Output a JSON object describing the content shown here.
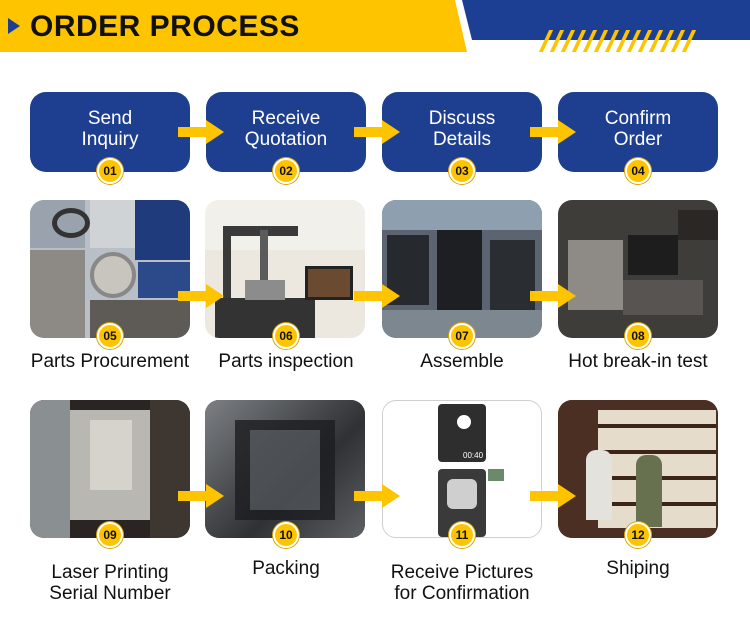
{
  "header": {
    "title": "ORDER PROCESS",
    "colors": {
      "yellow": "#ffc400",
      "blue": "#1c3f94"
    }
  },
  "steps": [
    {
      "number": "01",
      "line1": "Send",
      "line2": "Inquiry"
    },
    {
      "number": "02",
      "line1": "Receive",
      "line2": "Quotation"
    },
    {
      "number": "03",
      "line1": "Discuss",
      "line2": "Details"
    },
    {
      "number": "04",
      "line1": "Confirm",
      "line2": "Order"
    }
  ],
  "photo_steps_row1": [
    {
      "number": "05",
      "caption": "Parts Procurement",
      "icon": "engine-parts-photo"
    },
    {
      "number": "06",
      "caption": "Parts inspection",
      "icon": "measuring-machine-photo"
    },
    {
      "number": "07",
      "caption": "Assemble",
      "icon": "engine-assembly-photo"
    },
    {
      "number": "08",
      "caption": "Hot break-in test",
      "icon": "engine-test-photo"
    }
  ],
  "photo_steps_row2": [
    {
      "number": "09",
      "caption_line1": "Laser Printing",
      "caption_line2": "Serial Number",
      "icon": "serial-number-photo"
    },
    {
      "number": "10",
      "caption_line1": "Packing",
      "caption_line2": "",
      "icon": "packing-photo"
    },
    {
      "number": "11",
      "caption_line1": "Receive Pictures",
      "caption_line2": "for Confirmation",
      "icon": "phone-pictures-photo"
    },
    {
      "number": "12",
      "caption_line1": "Shiping",
      "caption_line2": "",
      "icon": "shipping-crates-photo"
    }
  ],
  "phone_timestamp": "00:40"
}
